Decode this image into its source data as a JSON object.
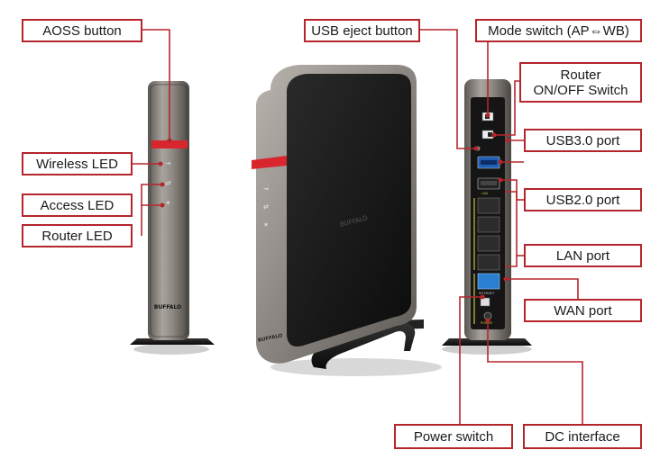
{
  "labels": {
    "aoss_button": "AOSS button",
    "wireless_led": "Wireless LED",
    "access_led": "Access LED",
    "router_led": "Router LED",
    "usb_eject_button": "USB eject button",
    "mode_switch": "Mode switch (AP⇔WB)",
    "router_switch_line1": "Router",
    "router_switch_line2": "ON/OFF Switch",
    "usb3_port": "USB3.0 port",
    "usb2_port": "USB2.0 port",
    "lan_port": "LAN port",
    "wan_port": "WAN port",
    "power_switch": "Power switch",
    "dc_interface": "DC interface"
  },
  "device": {
    "brand_front": "BUFFALO",
    "brand_angled": "BUFFALO",
    "port_label_lan": "LAN",
    "port_label_wan": "INTERNET",
    "port_label_power": "POWER"
  },
  "colors": {
    "callout": "#b5262c",
    "accent_red": "#d9262e",
    "body_metal": "#8a8580",
    "panel_black": "#161616",
    "wan_blue": "#2a7fd0",
    "usb3_blue": "#1f5fb8"
  }
}
